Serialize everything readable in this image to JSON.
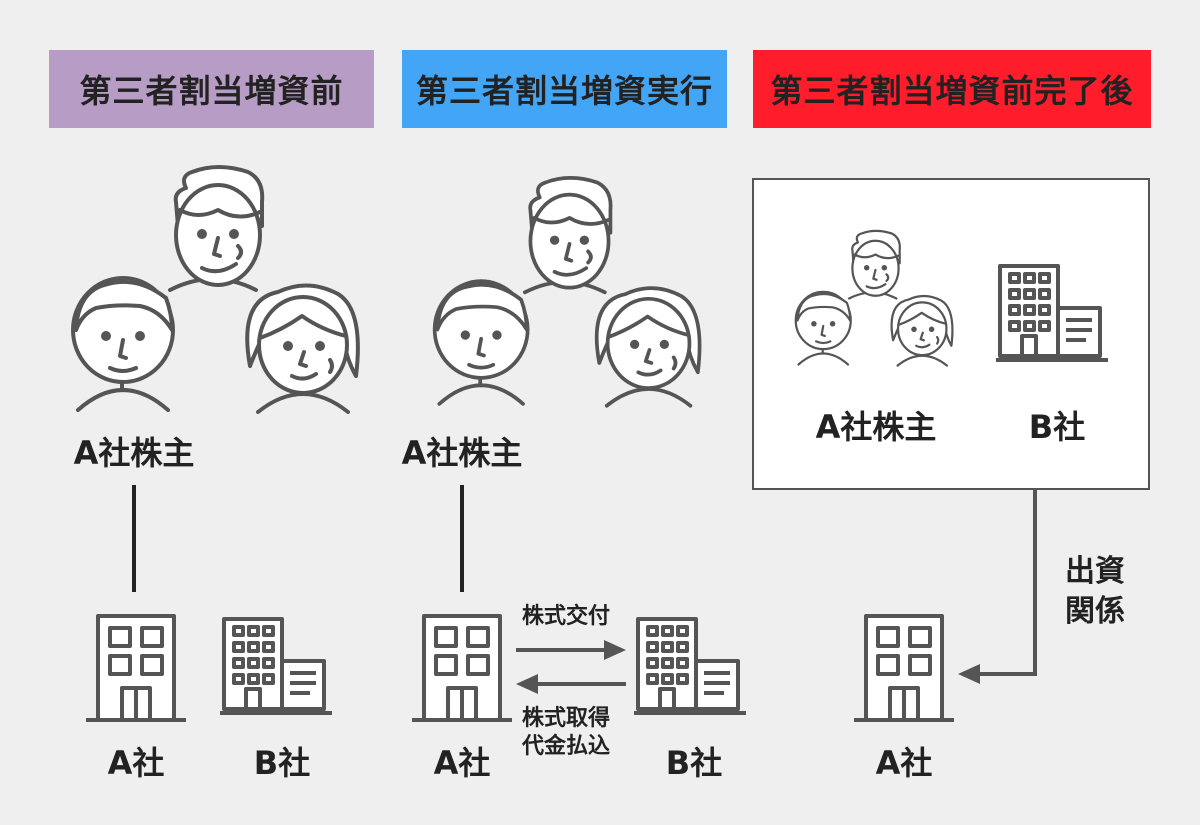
{
  "headers": {
    "before": "第三者割当増資前",
    "execution": "第三者割当増資実行",
    "after": "第三者割当増資前完了後"
  },
  "colors": {
    "header_before": "#b79dc6",
    "header_execution": "#42a5f5",
    "header_after": "#ff1c2b",
    "icon_stroke": "#555555",
    "arrow": "#555555"
  },
  "labels": {
    "shareholders": "A社株主",
    "company_a": "A社",
    "company_b": "B社"
  },
  "arrows": {
    "share_delivery": "株式交付",
    "acquisition_line1": "株式取得",
    "acquisition_line2": "代金払込",
    "capital_line1": "出資",
    "capital_line2": "関係"
  },
  "icons": {
    "people": "shareholders-group-icon",
    "building_a": "building-a-icon",
    "building_b": "building-b-icon"
  }
}
